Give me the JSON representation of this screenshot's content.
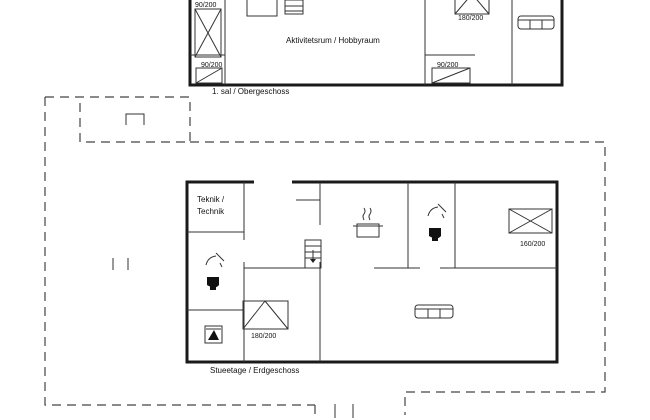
{
  "upper_floor": {
    "caption": "1. sal / Obergeschoss",
    "room_activity": "Aktivitetsrum / Hobbyraum",
    "bed_labels": [
      "90/200",
      "90/200",
      "180/200",
      "90/200"
    ]
  },
  "ground_floor": {
    "caption": "Stueetage / Erdgeschoss",
    "room_technik_line1": "Teknik /",
    "room_technik_line2": "Technik",
    "bed_labels": [
      "160/200",
      "180/200"
    ]
  },
  "icons": [
    "bed-icon",
    "sofa-icon",
    "stairs-icon",
    "toilet-icon",
    "shower-icon",
    "cooking-pot-icon",
    "washing-machine-icon"
  ]
}
